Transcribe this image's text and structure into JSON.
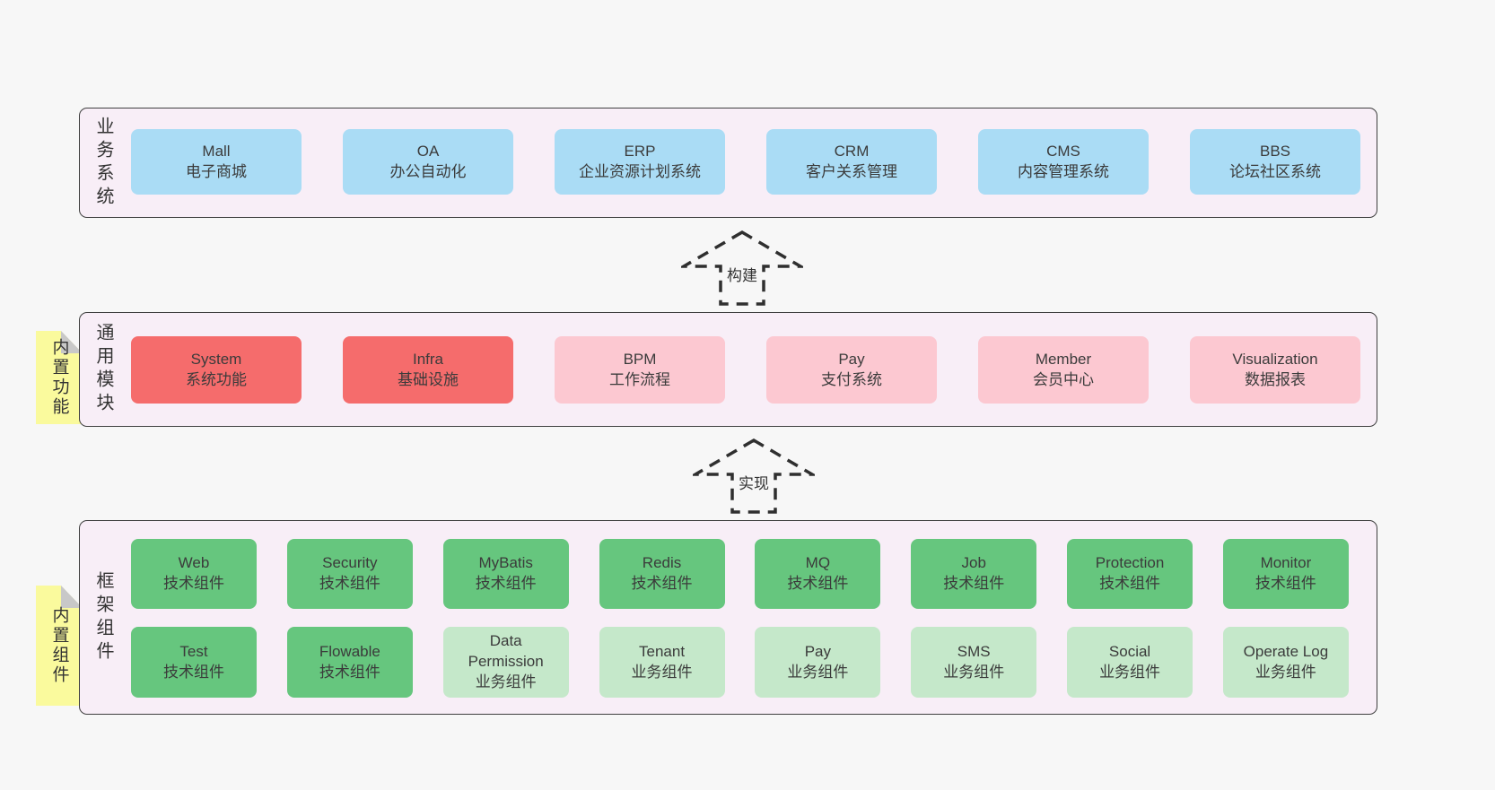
{
  "colors": {
    "page_bg": "#f7f7f7",
    "container_bg": "#f8eef7",
    "blue": "#aadcf5",
    "red": "#f56c6c",
    "pink": "#fcc8d1",
    "green_dark": "#66c67e",
    "green_light": "#c5e8ca",
    "tag_yellow": "#fafa9d",
    "fold_gray": "#c8c8c8",
    "border_dark": "#3f3f3f"
  },
  "arrows": {
    "build": "构建",
    "implement": "实现"
  },
  "sections": {
    "business": {
      "label": "业务系统",
      "boxes": [
        {
          "title": "Mall",
          "subtitle": "电子商城",
          "variant": "blue"
        },
        {
          "title": "OA",
          "subtitle": "办公自动化",
          "variant": "blue"
        },
        {
          "title": "ERP",
          "subtitle": "企业资源计划系统",
          "variant": "blue"
        },
        {
          "title": "CRM",
          "subtitle": "客户关系管理",
          "variant": "blue"
        },
        {
          "title": "CMS",
          "subtitle": "内容管理系统",
          "variant": "blue"
        },
        {
          "title": "BBS",
          "subtitle": "论坛社区系统",
          "variant": "blue"
        }
      ]
    },
    "modules": {
      "label": "通用模块",
      "tag": "内置功能",
      "boxes": [
        {
          "title": "System",
          "subtitle": "系统功能",
          "variant": "red"
        },
        {
          "title": "Infra",
          "subtitle": "基础设施",
          "variant": "red"
        },
        {
          "title": "BPM",
          "subtitle": "工作流程",
          "variant": "pink"
        },
        {
          "title": "Pay",
          "subtitle": "支付系统",
          "variant": "pink"
        },
        {
          "title": "Member",
          "subtitle": "会员中心",
          "variant": "pink"
        },
        {
          "title": "Visualization",
          "subtitle": "数据报表",
          "variant": "pink"
        }
      ]
    },
    "framework": {
      "label": "框架组件",
      "tag": "内置组件",
      "row1": [
        {
          "title": "Web",
          "subtitle": "技术组件",
          "variant": "dark-green"
        },
        {
          "title": "Security",
          "subtitle": "技术组件",
          "variant": "dark-green"
        },
        {
          "title": "MyBatis",
          "subtitle": "技术组件",
          "variant": "dark-green"
        },
        {
          "title": "Redis",
          "subtitle": "技术组件",
          "variant": "dark-green"
        },
        {
          "title": "MQ",
          "subtitle": "技术组件",
          "variant": "dark-green"
        },
        {
          "title": "Job",
          "subtitle": "技术组件",
          "variant": "dark-green"
        },
        {
          "title": "Protection",
          "subtitle": "技术组件",
          "variant": "dark-green"
        },
        {
          "title": "Monitor",
          "subtitle": "技术组件",
          "variant": "dark-green"
        }
      ],
      "row2": [
        {
          "title": "Test",
          "subtitle": "技术组件",
          "variant": "dark-green"
        },
        {
          "title": "Flowable",
          "subtitle": "技术组件",
          "variant": "dark-green"
        },
        {
          "title": "Data Permission",
          "subtitle": "业务组件",
          "variant": "light-green"
        },
        {
          "title": "Tenant",
          "subtitle": "业务组件",
          "variant": "light-green"
        },
        {
          "title": "Pay",
          "subtitle": "业务组件",
          "variant": "light-green"
        },
        {
          "title": "SMS",
          "subtitle": "业务组件",
          "variant": "light-green"
        },
        {
          "title": "Social",
          "subtitle": "业务组件",
          "variant": "light-green"
        },
        {
          "title": "Operate Log",
          "subtitle": "业务组件",
          "variant": "light-green"
        }
      ]
    }
  }
}
